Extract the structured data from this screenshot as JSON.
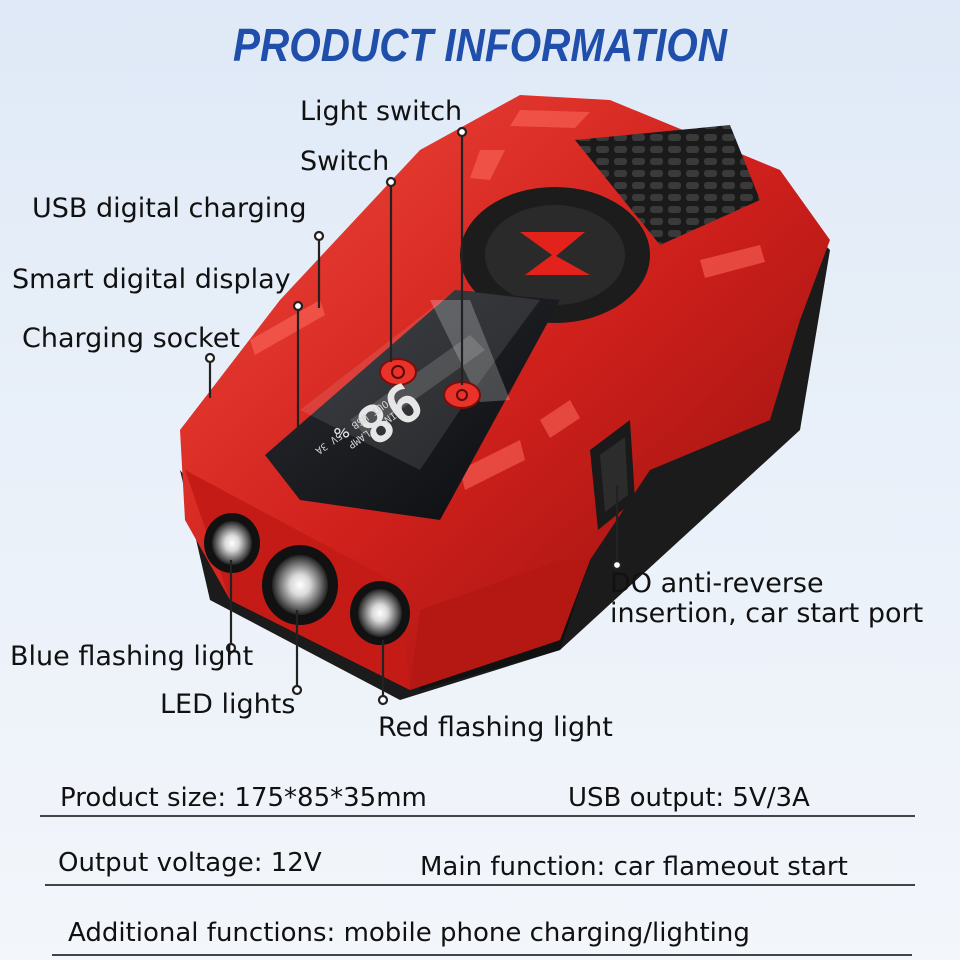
{
  "title": "PRODUCT INFORMATION",
  "callouts": {
    "light_switch": "Light switch",
    "switch": "Switch",
    "usb_digital_charging": "USB digital charging",
    "smart_digital_display": "Smart digital display",
    "charging_socket": "Charging socket",
    "do_port_line1": "DO anti-reverse",
    "do_port_line2": "insertion, car start port",
    "blue_flashing_light": "Blue flashing light",
    "led_lights": "LED lights",
    "red_flashing_light": "Red flashing light"
  },
  "display": {
    "percent_value": "98",
    "percent_sign": "%",
    "in_label": "IN",
    "lamp_label": "LAMP",
    "out_usb_label": "OUT USB",
    "usb_rating": "5V 3A"
  },
  "specs": {
    "product_size": "Product size: 175*85*35mm",
    "usb_output": "USB output: 5V/3A",
    "output_voltage": "Output voltage: 12V",
    "main_function": "Main function: car flameout start",
    "additional_functions": "Additional functions: mobile phone charging/lighting"
  },
  "colors": {
    "title_blue": "#1f4faa",
    "body_red": "#d0201c",
    "dark_band": "#1b1b1b"
  }
}
